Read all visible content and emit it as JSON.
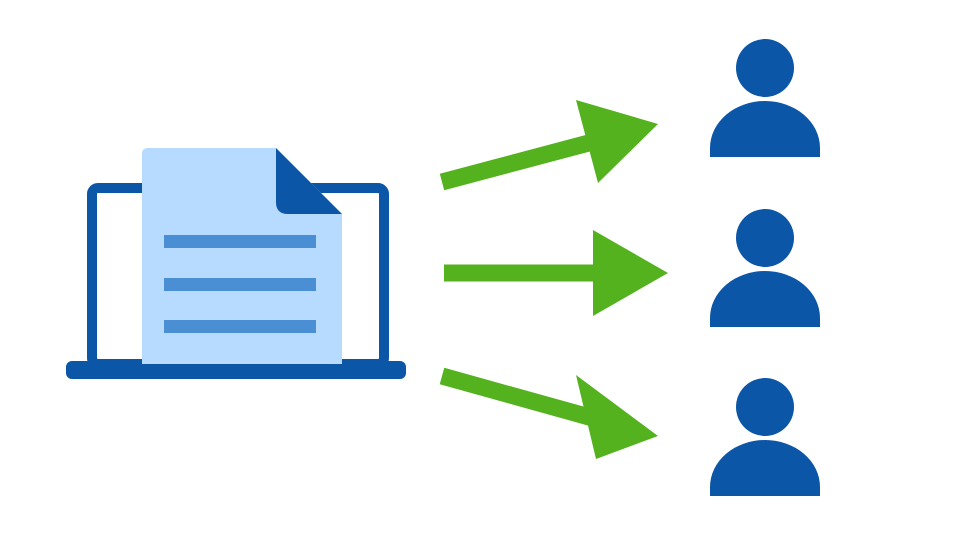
{
  "diagram": {
    "source": {
      "device_icon": "laptop-icon",
      "document_icon": "document-icon",
      "document_lines": 3
    },
    "arrows": [
      {
        "icon": "arrow-right-icon",
        "direction": "up-right"
      },
      {
        "icon": "arrow-right-icon",
        "direction": "right"
      },
      {
        "icon": "arrow-right-icon",
        "direction": "down-right"
      }
    ],
    "recipients": [
      {
        "icon": "person-icon"
      },
      {
        "icon": "person-icon"
      },
      {
        "icon": "person-icon"
      }
    ]
  },
  "colors": {
    "dark_blue": "#0b56a6",
    "document_fill": "#b7dbff",
    "document_lines": "#4a8fd4",
    "arrow_green": "#54b21f",
    "background": "#ffffff"
  }
}
